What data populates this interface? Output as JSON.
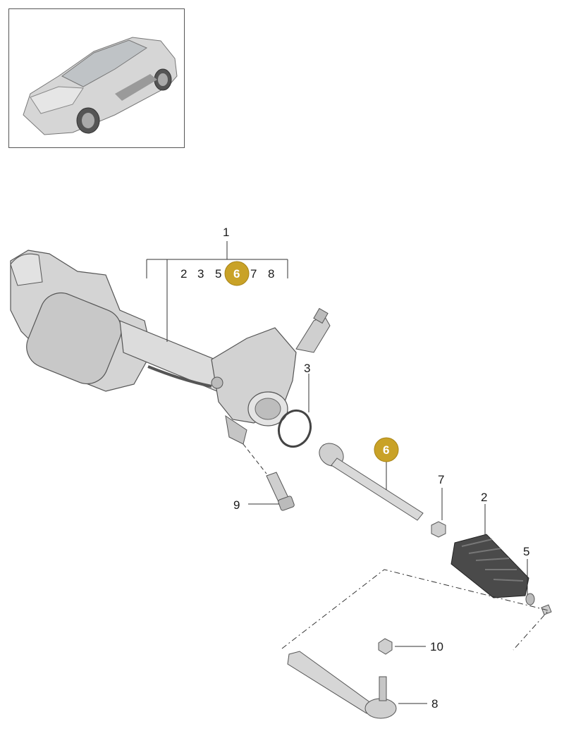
{
  "thumbnail": {
    "icon": "car-icon"
  },
  "callouts": {
    "assembly": "1",
    "sub_2": "2",
    "sub_3": "3",
    "sub_5": "5",
    "sub_6": "6",
    "sub_7": "7",
    "sub_8": "8",
    "part_3": "3",
    "part_6": "6",
    "part_7": "7",
    "part_2": "2",
    "part_5": "5",
    "part_9": "9",
    "part_10": "10",
    "part_8": "8"
  },
  "colors": {
    "highlight": "#c9a227",
    "highlight_border": "#a88418",
    "line": "#333333",
    "part_fill": "#d9d9d9"
  }
}
